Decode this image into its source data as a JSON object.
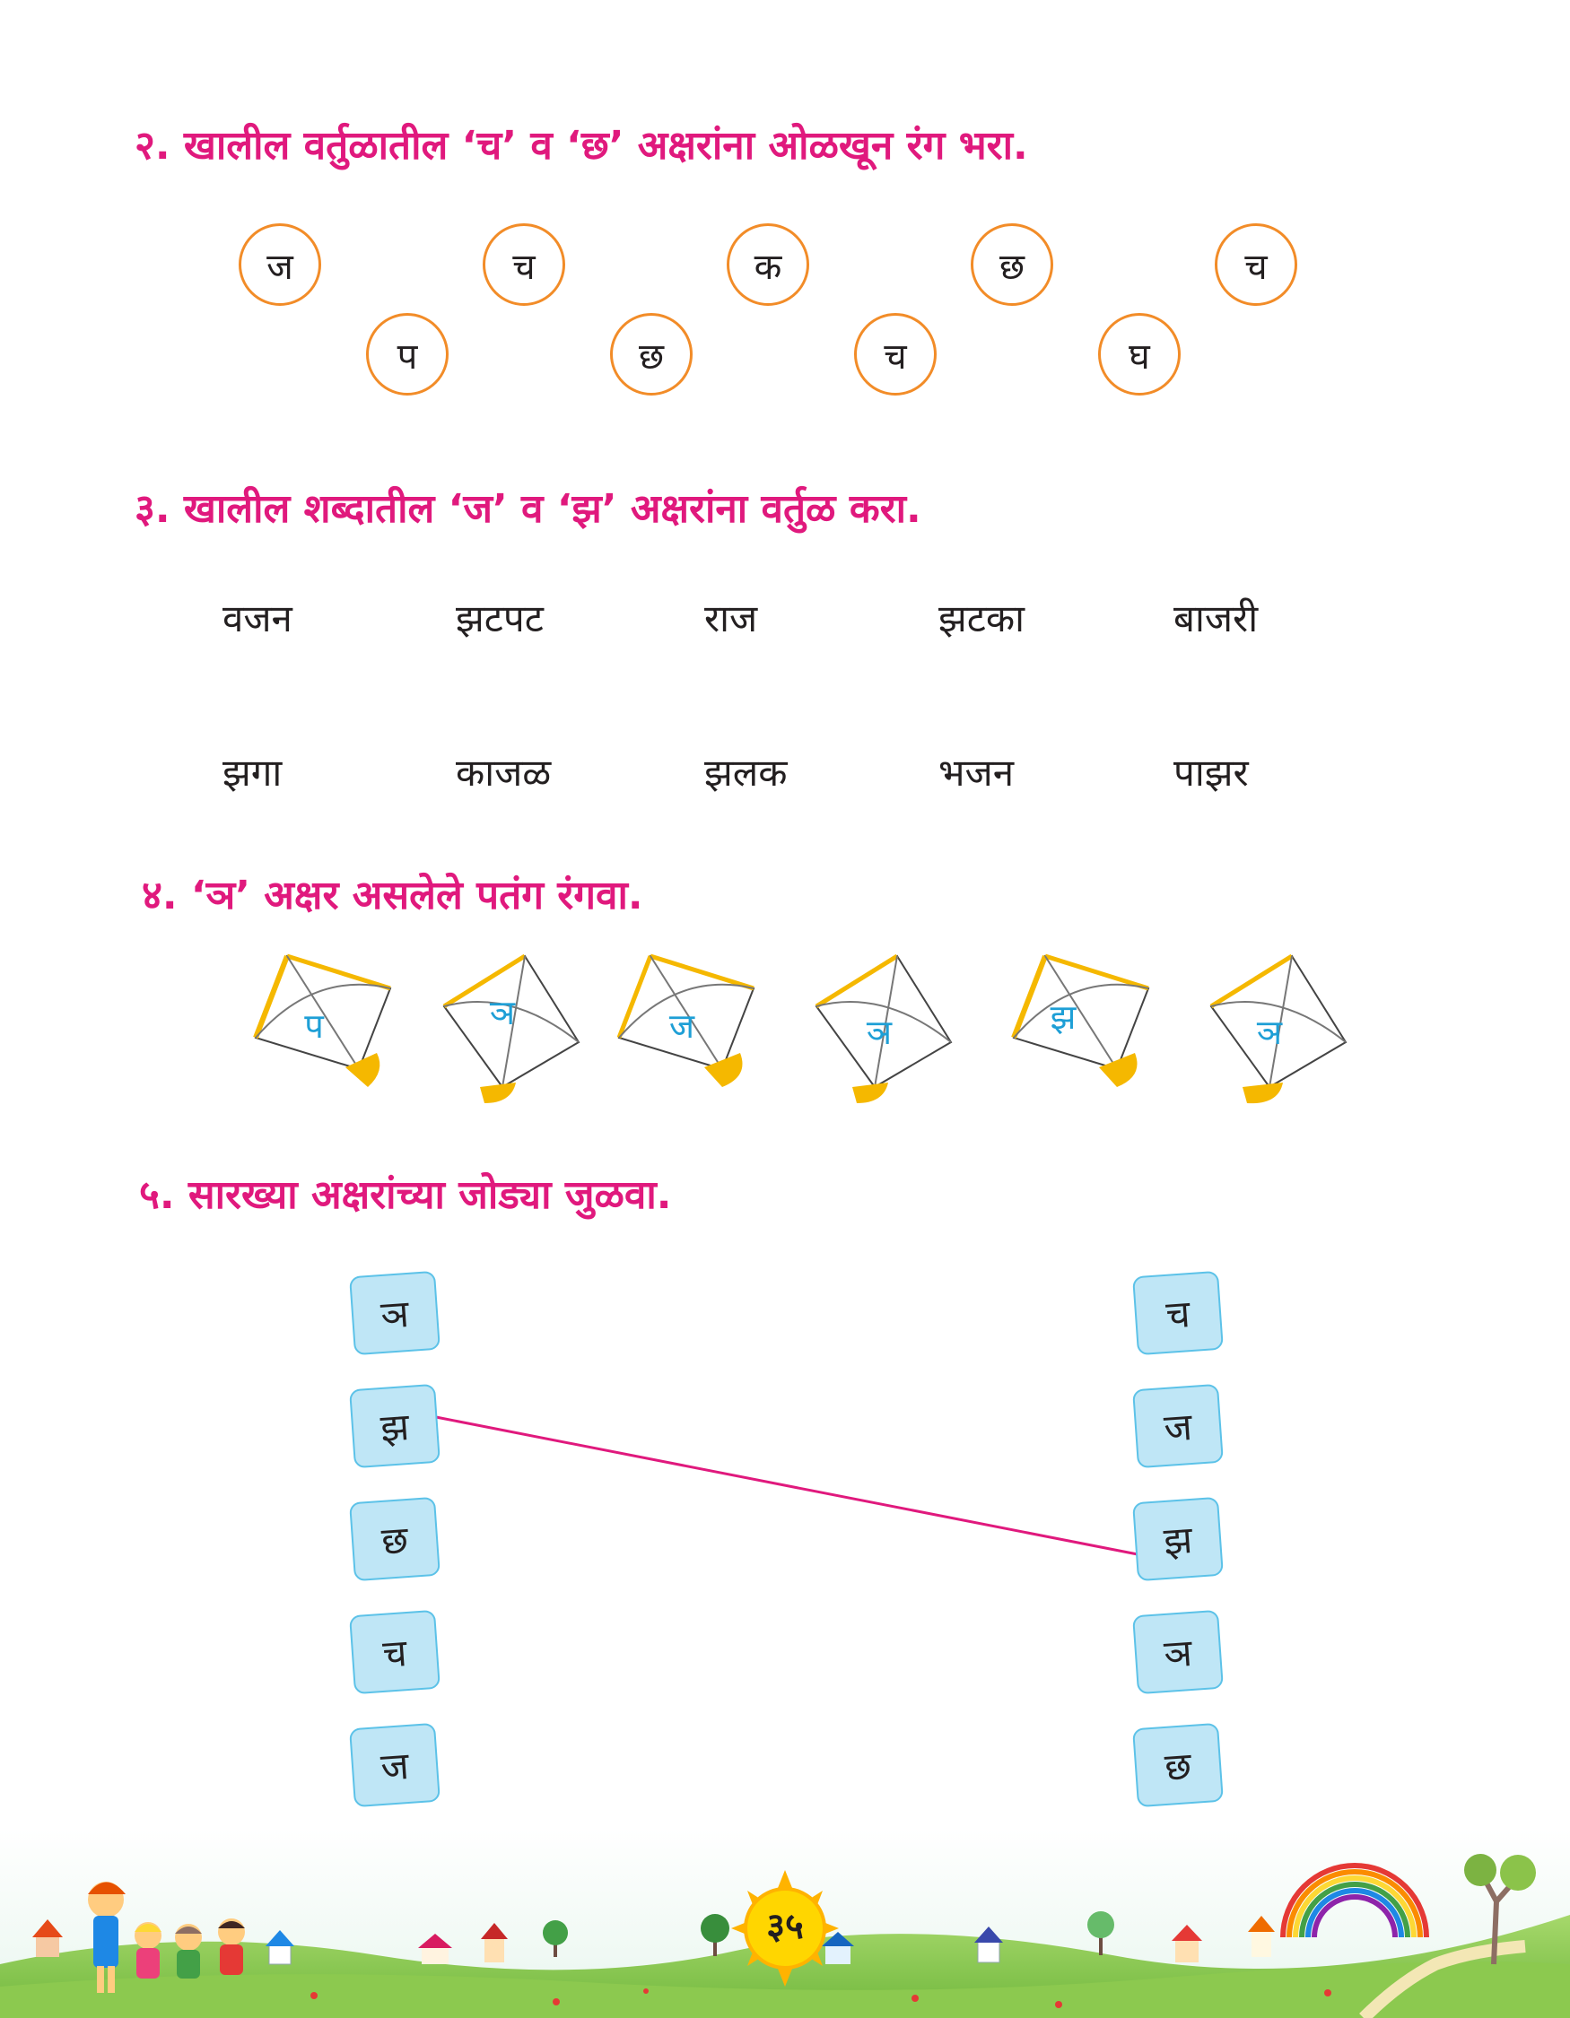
{
  "q2": {
    "title": "२. खालील वर्तुळातील ‘च’ व ‘छ’ अक्षरांना ओळखून रंग भरा.",
    "circles": [
      "ज",
      "च",
      "क",
      "छ",
      "च",
      "प",
      "छ",
      "च",
      "घ"
    ]
  },
  "q3": {
    "title": "३. खालील शब्दातील ‘ज’ व ‘झ’ अक्षरांना वर्तुळ करा.",
    "words": [
      "वजन",
      "झटपट",
      "राज",
      "झटका",
      "बाजरी",
      "झगा",
      "काजळ",
      "झलक",
      "भजन",
      "पाझर"
    ]
  },
  "q4": {
    "title": "४. ‘ञ’ अक्षर असलेले पतंग रंगवा.",
    "kites": [
      "प",
      "ञ",
      "ज",
      "ञ",
      "झ",
      "ञ"
    ]
  },
  "q5": {
    "title": "५. सारख्या अक्षरांच्या जोड्या जुळवा.",
    "left": [
      "ञ",
      "झ",
      "छ",
      "च",
      "ज"
    ],
    "right": [
      "च",
      "ज",
      "झ",
      "ञ",
      "छ"
    ],
    "example_match": {
      "left": "झ",
      "right": "झ"
    }
  },
  "footer": {
    "page_number": "३५"
  },
  "colors": {
    "heading": "#e0197d",
    "circle_border": "#f28c28",
    "tile_fill": "#bfe6f6",
    "kite_letter": "#1e9fd6",
    "kite_accent": "#f5b800",
    "match_line": "#e0197d"
  }
}
